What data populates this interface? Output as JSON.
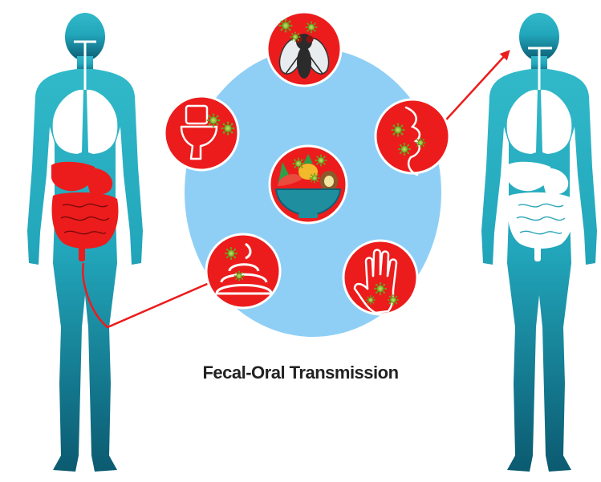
{
  "caption": "Fecal-Oral Transmission",
  "colors": {
    "body_light": "#2fb7c7",
    "body_dark": "#0d5f75",
    "transmission_red": "#ec1c1c",
    "organ_white": "#ffffff",
    "hub_blue": "#8fcff6",
    "virus_green": "#8cc63f",
    "text": "#222222"
  },
  "nodes": [
    {
      "id": "fly",
      "icon": "housefly-icon"
    },
    {
      "id": "toilet",
      "icon": "toilet-icon"
    },
    {
      "id": "mouth",
      "icon": "mouth-icon"
    },
    {
      "id": "food",
      "icon": "food-bowl-icon"
    },
    {
      "id": "feces",
      "icon": "feces-icon"
    },
    {
      "id": "hand",
      "icon": "hand-icon"
    }
  ],
  "people": [
    {
      "id": "infected-source",
      "highlighted_organs": "digestive-tract"
    },
    {
      "id": "new-host",
      "highlighted_organs": "none"
    }
  ]
}
